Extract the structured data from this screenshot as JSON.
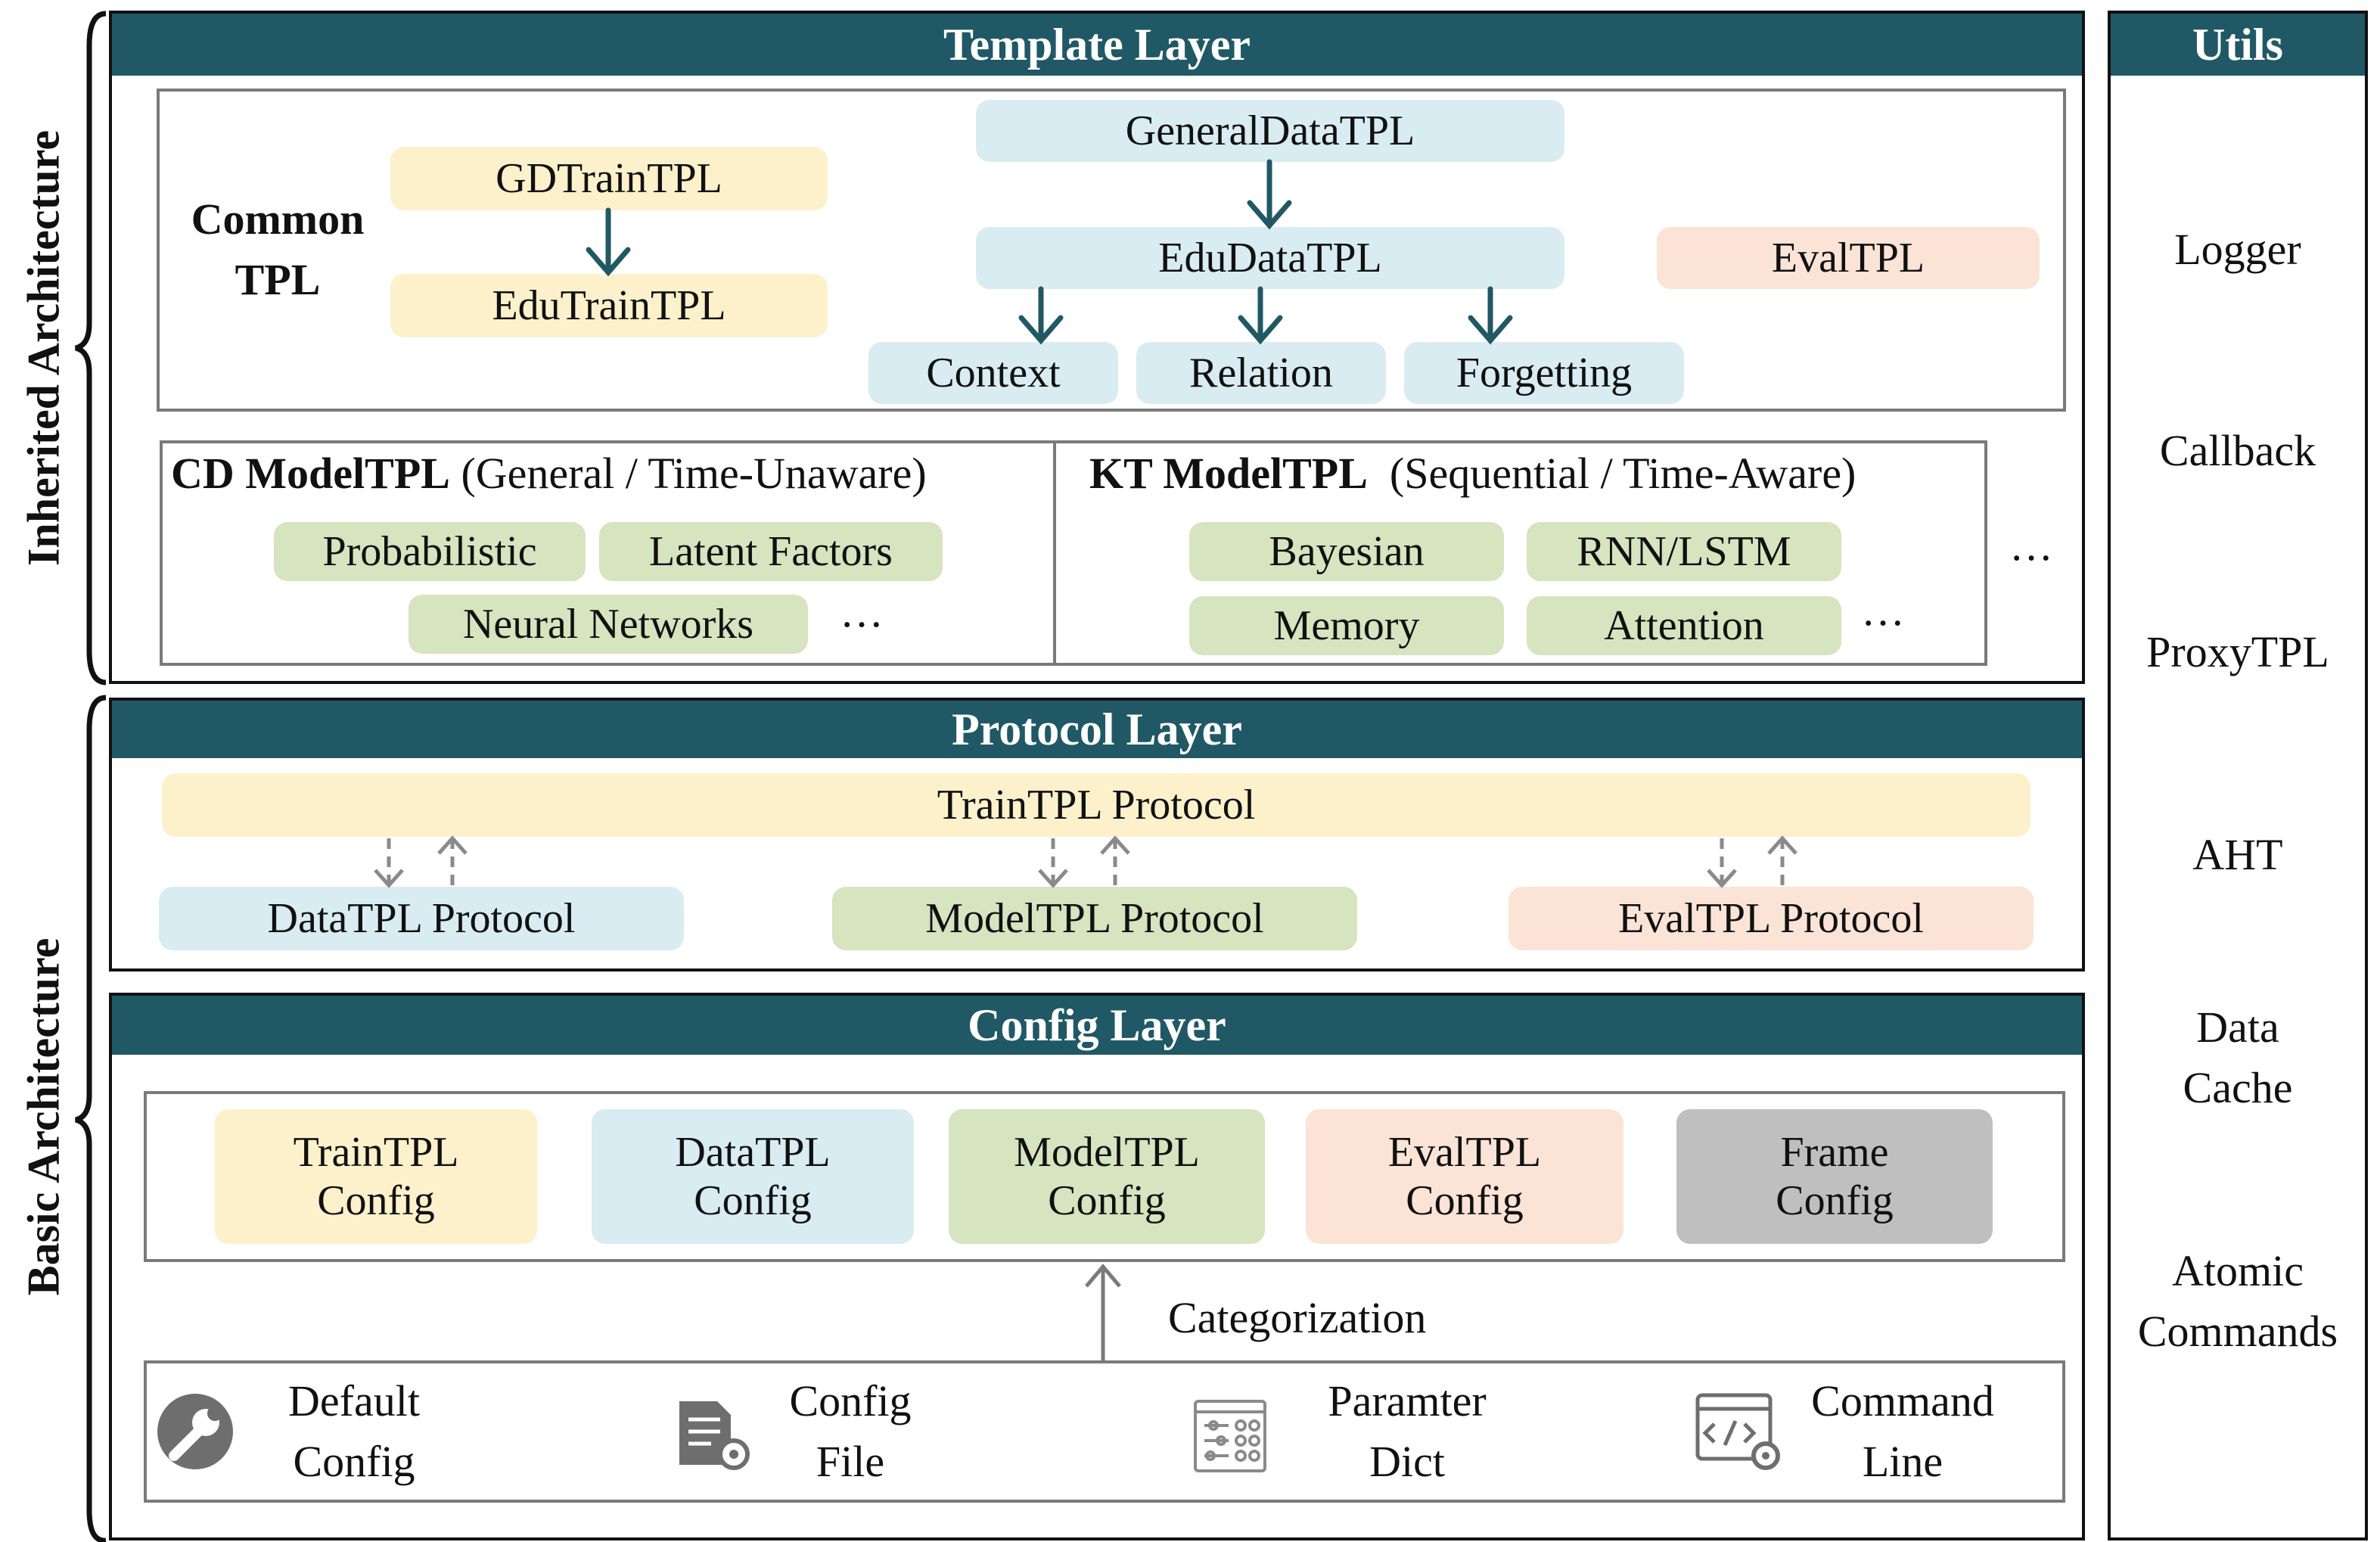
{
  "side_labels": {
    "inherited": "Inherited Architecture",
    "basic": "Basic Architecture"
  },
  "template_layer": {
    "title": "Template  Layer",
    "common_tpl": {
      "line1": "Common",
      "line2": "TPL"
    },
    "gd_train_tpl": "GDTrainTPL",
    "edu_train_tpl": "EduTrainTPL",
    "general_data_tpl": "GeneralDataTPL",
    "edu_data_tpl": "EduDataTPL",
    "eval_tpl": "EvalTPL",
    "context": "Context",
    "relation": "Relation",
    "forgetting": "Forgetting",
    "cd_model": {
      "title_bold": "CD ModelTPL",
      "title_rest": " (General / Time-Unaware)",
      "items": [
        "Probabilistic",
        "Latent Factors",
        "Neural Networks"
      ],
      "more": "···"
    },
    "kt_model": {
      "title_bold": "KT ModelTPL",
      "title_rest": "  (Sequential / Time-Aware)",
      "items": [
        "Bayesian",
        "RNN/LSTM",
        "Memory",
        "Attention"
      ],
      "more": "···"
    },
    "outer_more": "···"
  },
  "protocol_layer": {
    "title": "Protocol Layer",
    "train": "TrainTPL Protocol",
    "data": "DataTPL Protocol",
    "model": "ModelTPL Protocol",
    "eval": "EvalTPL Protocol"
  },
  "config_layer": {
    "title": "Config Layer",
    "configs": [
      {
        "line1": "TrainTPL",
        "line2": "Config"
      },
      {
        "line1": "DataTPL",
        "line2": "Config"
      },
      {
        "line1": "ModelTPL",
        "line2": "Config"
      },
      {
        "line1": "EvalTPL",
        "line2": "Config"
      },
      {
        "line1": "Frame",
        "line2": "Config"
      }
    ],
    "categorization": "Categorization",
    "sources": [
      {
        "icon": "wrench-icon",
        "line1": "Default",
        "line2": "Config"
      },
      {
        "icon": "config-file-icon",
        "line1": "Config",
        "line2": "File"
      },
      {
        "icon": "parameter-dict-icon",
        "line1": "Paramter",
        "line2": "Dict"
      },
      {
        "icon": "command-line-icon",
        "line1": "Command",
        "line2": "Line"
      }
    ]
  },
  "utils": {
    "title": "Utils",
    "items": [
      {
        "line1": "Logger",
        "line2": ""
      },
      {
        "line1": "Callback",
        "line2": ""
      },
      {
        "line1": "ProxyTPL",
        "line2": ""
      },
      {
        "line1": "AHT",
        "line2": ""
      },
      {
        "line1": "Data",
        "line2": "Cache"
      },
      {
        "line1": "Atomic",
        "line2": "Commands"
      }
    ]
  },
  "colors": {
    "header": "#215866",
    "arrow": "#215866",
    "yellow": "#fdf1cc",
    "blue": "#d8ecf2",
    "green": "#d6e4bf",
    "peach": "#fbe4d6",
    "gray": "#bfbfbf",
    "dashed_arrow": "#8a8a8a"
  }
}
